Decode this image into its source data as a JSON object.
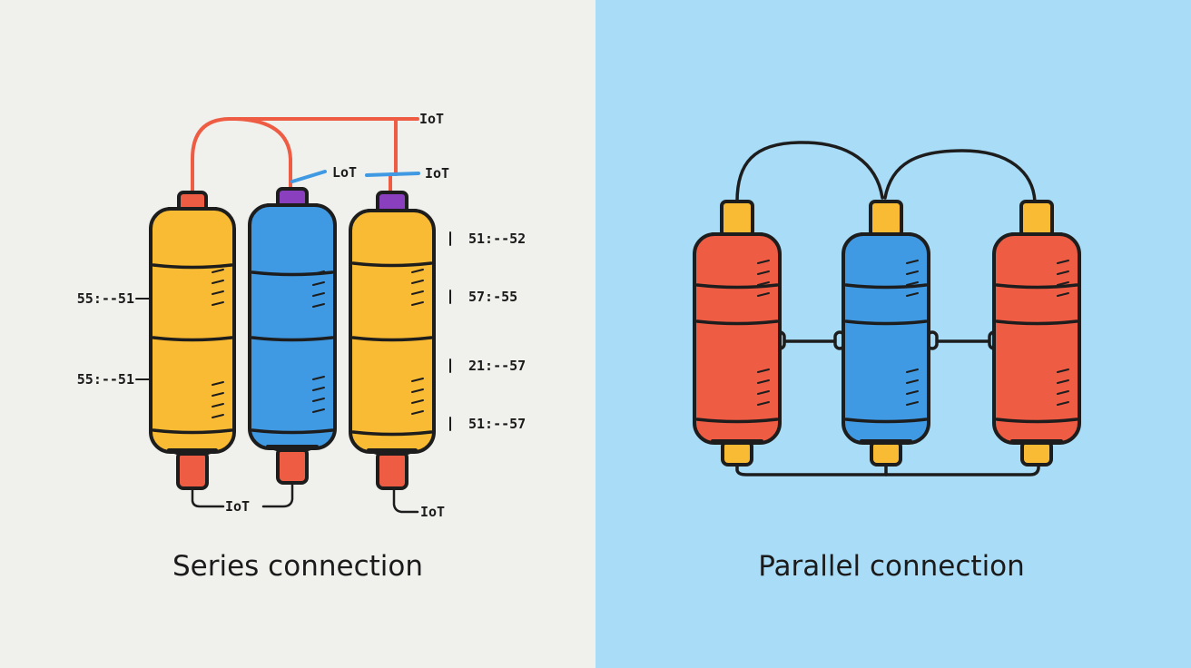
{
  "colors": {
    "left_background": "#f0f0ec",
    "right_background": "#a9dcf7",
    "yellow": "#f9bb33",
    "blue": "#3f99e3",
    "red": "#ef5c44",
    "purple": "#8a3fbf",
    "wire_red": "#ef5c44",
    "wire_blue": "#3f99e3",
    "wire_dark": "#1d1d1d"
  },
  "series_panel": {
    "caption": "Series connection",
    "wire_labels": [
      "IoT",
      "LoT",
      "IoT"
    ],
    "bottom_labels": [
      "IoT",
      "IoT"
    ],
    "left_labels": [
      "55:--51",
      "55:--51"
    ],
    "right_labels": [
      "51:--52",
      "57:-55",
      "21:--57",
      "51:--57"
    ],
    "cells": [
      {
        "body": "yellow",
        "cap": "red",
        "foot": "red"
      },
      {
        "body": "blue",
        "cap": "purple",
        "foot": "red"
      },
      {
        "body": "yellow",
        "cap": "purple",
        "foot": "red"
      }
    ]
  },
  "parallel_panel": {
    "caption": "Parallel connection",
    "cells": [
      {
        "body": "red",
        "cap": "yellow",
        "foot": "yellow"
      },
      {
        "body": "blue",
        "cap": "yellow",
        "foot": "yellow"
      },
      {
        "body": "red",
        "cap": "yellow",
        "foot": "yellow"
      }
    ]
  }
}
